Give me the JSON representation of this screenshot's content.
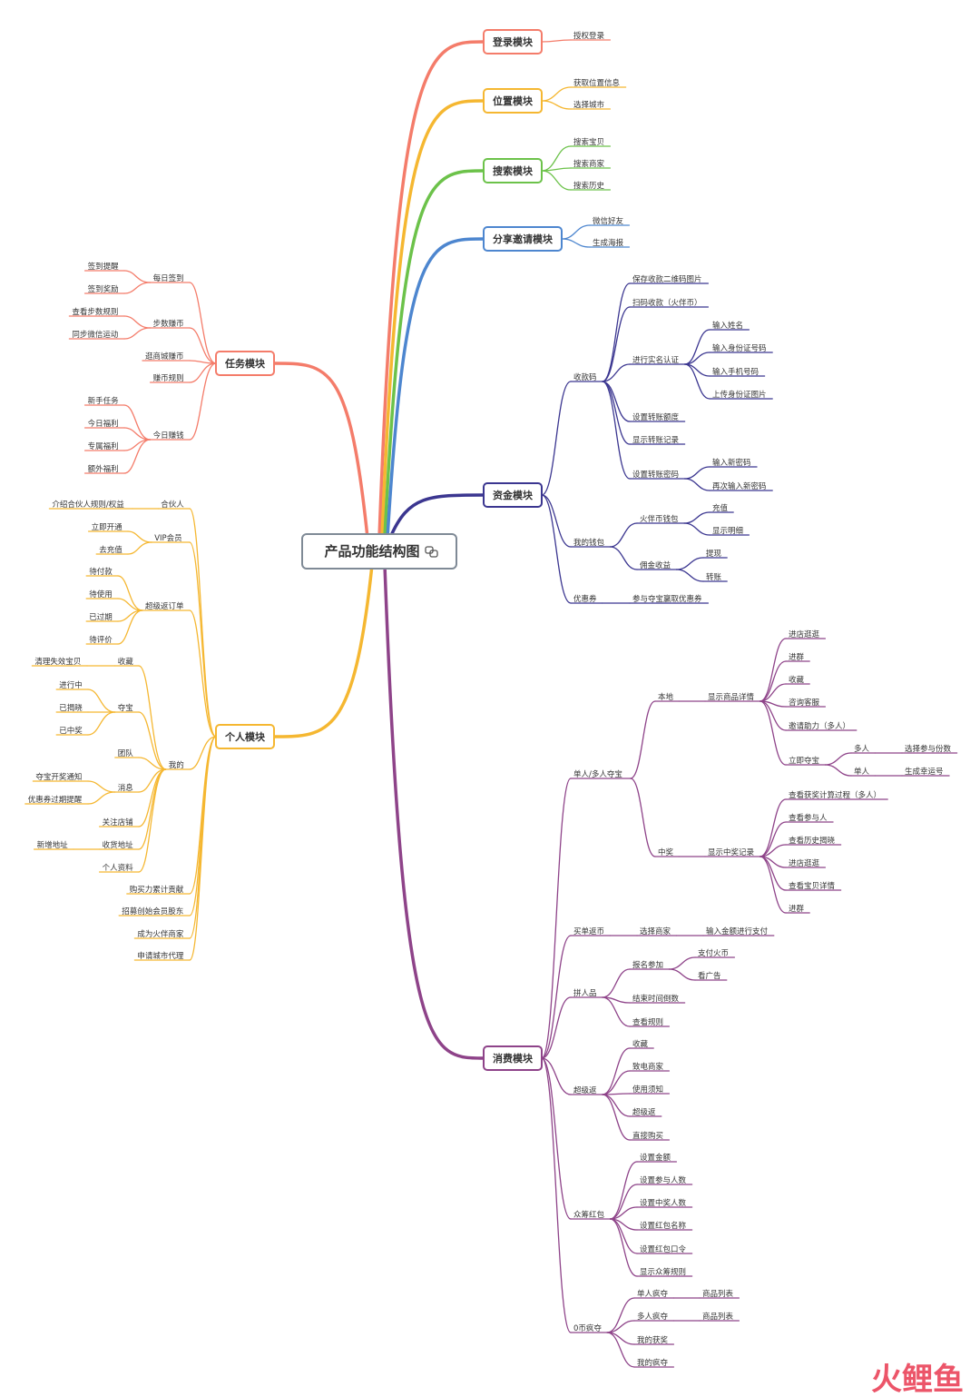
{
  "root": {
    "label": "产品功能结构图"
  },
  "colors": {
    "login": "#f47c6a",
    "location": "#f5b731",
    "search": "#6cc24a",
    "share": "#4d86cf",
    "task": "#f47c6a",
    "personal": "#f5b731",
    "funds": "#3b3690",
    "consume": "#8e4389",
    "root_stroke": "#7f8a96"
  },
  "modules": {
    "login": {
      "label": "登录模块"
    },
    "location": {
      "label": "位置模块"
    },
    "search": {
      "label": "搜索模块"
    },
    "share": {
      "label": "分享邀请模块"
    },
    "funds": {
      "label": "资金模块"
    },
    "consume": {
      "label": "消费模块"
    },
    "task": {
      "label": "任务模块"
    },
    "personal": {
      "label": "个人模块"
    }
  },
  "nodes": {
    "login_1": "授权登录",
    "loc_1": "获取位置信息",
    "loc_2": "选择城市",
    "srch_1": "搜索宝贝",
    "srch_2": "搜索商家",
    "srch_3": "搜索历史",
    "share_1": "微信好友",
    "share_2": "生成海报",
    "f_code": "收款码",
    "f_wallet": "我的钱包",
    "f_coupon": "优惠券",
    "f_c1": "保存收款二维码图片",
    "f_c2": "扫码收款（火伴币）",
    "f_c3": "进行实名认证",
    "f_c3_1": "输入姓名",
    "f_c3_2": "输入身份证号码",
    "f_c3_3": "输入手机号码",
    "f_c3_4": "上传身份证图片",
    "f_c4": "设置转账额度",
    "f_c5": "显示转账记录",
    "f_c6": "设置转账密码",
    "f_c6_1": "输入新密码",
    "f_c6_2": "再次输入新密码",
    "f_w1": "火伴币钱包",
    "f_w1_1": "充值",
    "f_w1_2": "显示明细",
    "f_w2": "佣金收益",
    "f_w2_1": "提现",
    "f_w2_2": "转账",
    "f_cp1": "参与夺宝赢取优惠券",
    "c_duobao": "单人/多人夺宝",
    "c_local": "本地",
    "c_detail": "显示商品详情",
    "c_d1": "进店逛逛",
    "c_d2": "进群",
    "c_d3": "收藏",
    "c_d4": "咨询客服",
    "c_d5": "邀请助力（多人）",
    "c_d6": "立即夺宝",
    "c_d6_multi": "多人",
    "c_d6_multi_1": "选择参与份数",
    "c_d6_single": "单人",
    "c_d6_single_1": "生成幸运号",
    "c_win": "中奖",
    "c_record": "显示中奖记录",
    "c_r1": "查看获奖计算过程（多人）",
    "c_r2": "查看参与人",
    "c_r3": "查看历史揭晓",
    "c_r4": "进店逛逛",
    "c_r5": "查看宝贝详情",
    "c_r6": "进群",
    "c_fanbi": "买单返币",
    "c_fb1": "选择商家",
    "c_fb2": "输入金额进行支付",
    "c_pin": "拼人品",
    "c_p1": "报名参加",
    "c_p1_1": "支付火币",
    "c_p1_2": "看广告",
    "c_p2": "结束时间倒数",
    "c_p3": "查看规则",
    "c_chao": "超级返",
    "c_s1": "收藏",
    "c_s2": "致电商家",
    "c_s3": "使用须知",
    "c_s4": "超级返",
    "c_s5": "直接购买",
    "c_zc": "众筹红包",
    "c_z1": "设置金额",
    "c_z2": "设置参与人数",
    "c_z3": "设置中奖人数",
    "c_z4": "设置红包名称",
    "c_z5": "设置红包口令",
    "c_z6": "显示众筹规则",
    "c_zero": "0币疯夺",
    "c_0_1": "单人疯夺",
    "c_0_1a": "商品列表",
    "c_0_2": "多人疯夺",
    "c_0_2a": "商品列表",
    "c_0_3": "我的获奖",
    "c_0_4": "我的疯夺",
    "t_daily": "每日签到",
    "t_d1": "签到提醒",
    "t_d2": "签到奖励",
    "t_steps": "步数赚币",
    "t_s1": "查看步数规则",
    "t_s2": "同步微信运动",
    "t_mall": "逛商城赚币",
    "t_rule": "赚币规则",
    "t_today": "今日赚钱",
    "t_t1": "新手任务",
    "t_t2": "今日福利",
    "t_t3": "专属福利",
    "t_t4": "额外福利",
    "p_partner": "合伙人",
    "p_partner_1": "介绍合伙人规则/权益",
    "p_vip": "VIP会员",
    "p_vip_1": "立即开通",
    "p_vip_2": "去充值",
    "p_order": "超级返订单",
    "p_o1": "待付款",
    "p_o2": "待使用",
    "p_o3": "已过期",
    "p_o4": "待评价",
    "p_mine": "我的",
    "p_fav": "收藏",
    "p_fav_1": "清理失效宝贝",
    "p_db": "夺宝",
    "p_db1": "进行中",
    "p_db2": "已揭晓",
    "p_db3": "已中奖",
    "p_team": "团队",
    "p_msg": "消息",
    "p_msg1": "夺宝开奖通知",
    "p_msg2": "优惠券过期提醒",
    "p_shop": "关注店铺",
    "p_addr": "收货地址",
    "p_addr1": "新增地址",
    "p_profile": "个人资料",
    "p_buy": "购买力累计贡献",
    "p_recruit": "招募创始会员股东",
    "p_merchant": "成为火伴商家",
    "p_city": "申请城市代理"
  },
  "watermark": {
    "label": "火鲤鱼"
  }
}
